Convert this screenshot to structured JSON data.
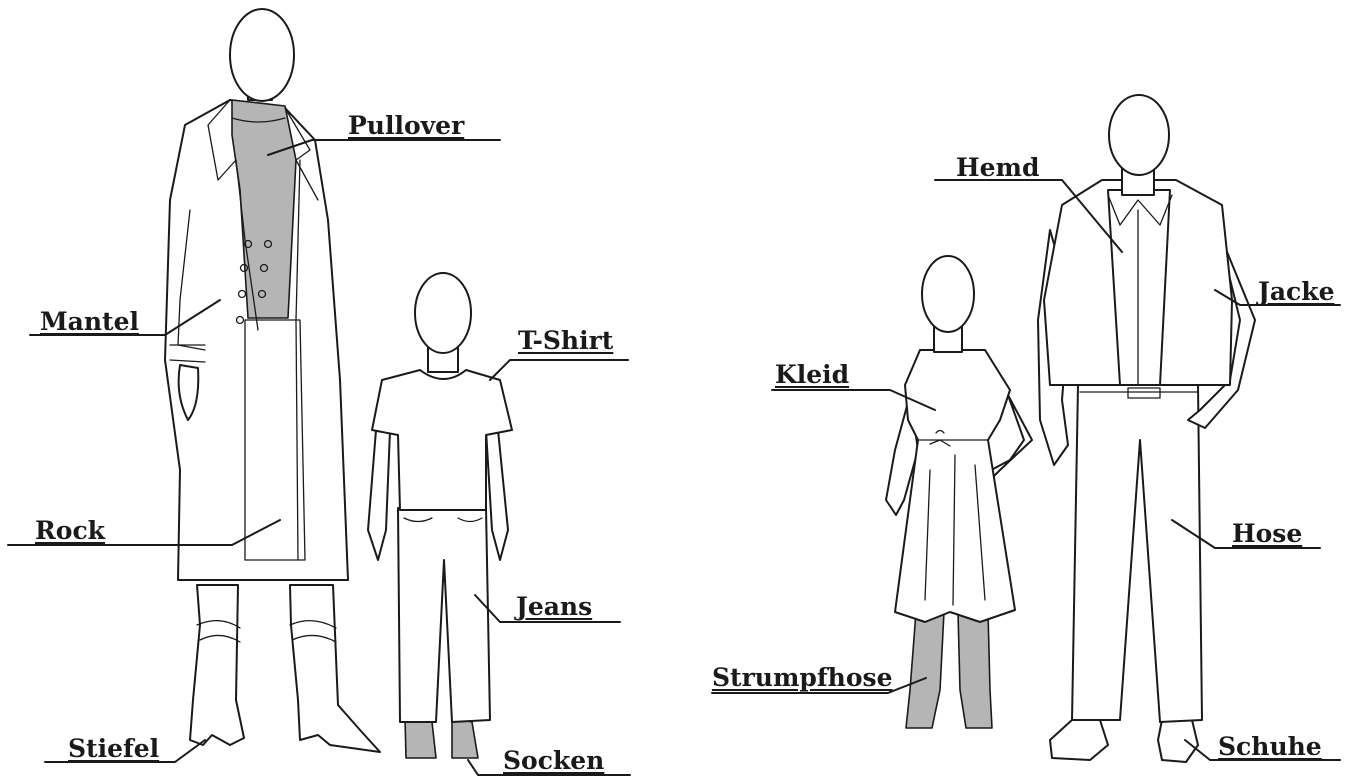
{
  "labels": {
    "pullover": "Pullover",
    "mantel": "Mantel",
    "rock": "Rock",
    "stiefel": "Stiefel",
    "tshirt": "T-Shirt",
    "jeans": "Jeans",
    "socken": "Socken",
    "hemd": "Hemd",
    "jacke": "Jacke",
    "kleid": "Kleid",
    "hose": "Hose",
    "strumpfhose": "Strumpfhose",
    "schuhe": "Schuhe"
  },
  "colors": {
    "line": "#1a1a1a",
    "fill_grey": "#b5b5b5",
    "background": "#ffffff"
  }
}
